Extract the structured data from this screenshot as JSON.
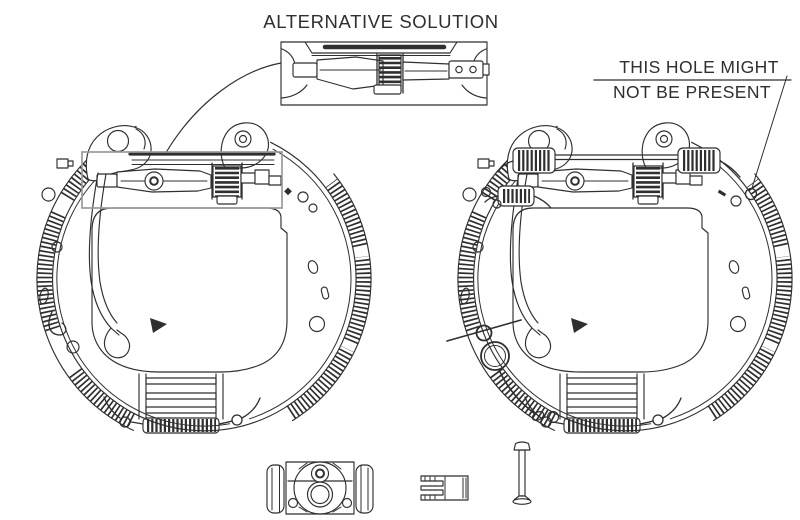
{
  "labels": {
    "alternative_solution": "ALTERNATIVE SOLUTION",
    "hole_note_line1": "THIS HOLE MIGHT",
    "hole_note_line2": "NOT BE PRESENT"
  },
  "colors": {
    "line_color": "#2f2f2f",
    "text_color": "#2f2f2f",
    "highlight_color": "#9a9a9a",
    "background_color": "#ffffff"
  },
  "figures": {
    "left_assembly": "brake-shoe-kit-assembly-standard-adjuster",
    "right_assembly": "brake-shoe-kit-assembly-with-return-springs",
    "inset": "alternative-adjuster-strut-detail",
    "wheel_cylinder": "wheel-cylinder",
    "clip": "retaining-clip",
    "pin": "shoe-hold-down-pin"
  }
}
